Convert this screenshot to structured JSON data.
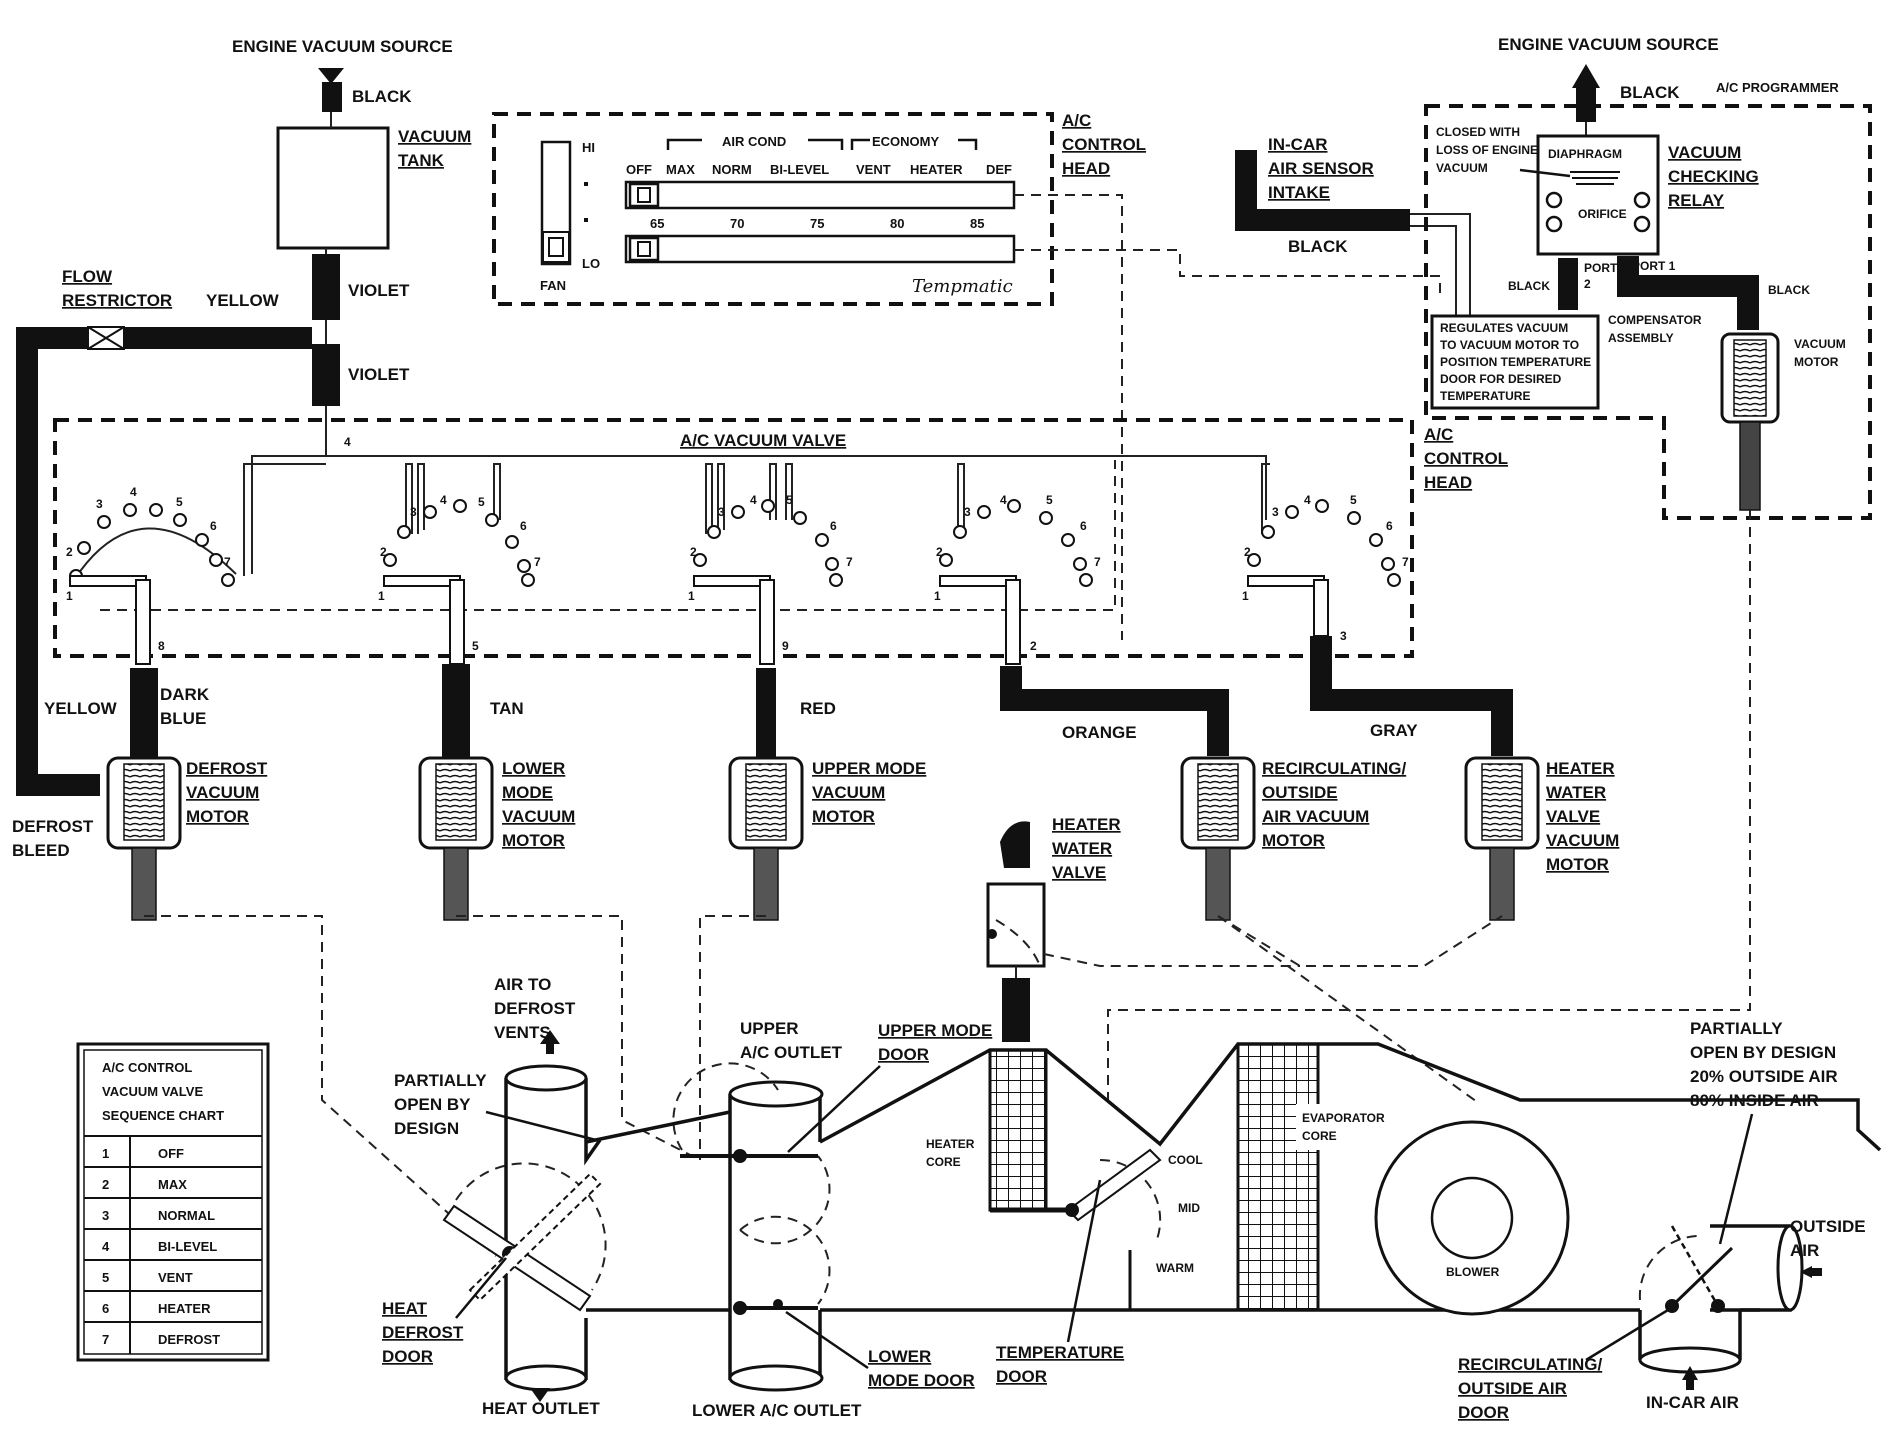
{
  "engine_source_left": "ENGINE VACUUM SOURCE",
  "engine_source_right": "ENGINE VACUUM SOURCE",
  "black": "BLACK",
  "vacuum_tank": [
    "VACUUM",
    "TANK"
  ],
  "violet": "VIOLET",
  "yellow": "YELLOW",
  "flow_restrictor": [
    "FLOW",
    "RESTRICTOR"
  ],
  "control_head_panel": {
    "air_cond": "AIR COND",
    "economy": "ECONOMY",
    "modes": [
      "OFF",
      "MAX",
      "NORM",
      "BI-LEVEL",
      "VENT",
      "HEATER",
      "DEF"
    ],
    "temps": [
      "65",
      "70",
      "75",
      "80",
      "85"
    ],
    "fan_hi": "HI",
    "fan_lo": "LO",
    "fan": "FAN",
    "brand": "Tempmatic"
  },
  "ac_control_head": [
    "A/C",
    "CONTROL",
    "HEAD"
  ],
  "in_car_sensor": [
    "IN-CAR",
    "AIR SENSOR",
    "INTAKE"
  ],
  "ac_programmer": "A/C PROGRAMMER",
  "closed_note": [
    "CLOSED WITH",
    "LOSS OF ENGINE",
    "VACUUM"
  ],
  "diaphragm": "DIAPHRAGM",
  "orifice": "ORIFICE",
  "vacuum_checking_relay": [
    "VACUUM",
    "CHECKING",
    "RELAY"
  ],
  "port1": "PORT 1",
  "port2": [
    "PORT",
    "2"
  ],
  "regulates_note": [
    "REGULATES VACUUM",
    "TO VACUUM MOTOR TO",
    "POSITION TEMPERATURE",
    "DOOR FOR DESIRED",
    "TEMPERATURE"
  ],
  "compensator": [
    "COMPENSATOR",
    "ASSEMBLY"
  ],
  "vacuum_motor": [
    "VACUUM",
    "MOTOR"
  ],
  "ac_vacuum_valve": "A/C VACUUM VALVE",
  "dark_blue": [
    "DARK",
    "BLUE"
  ],
  "tan": "TAN",
  "red": "RED",
  "orange": "ORANGE",
  "gray": "GRAY",
  "defrost_bleed": [
    "DEFROST",
    "BLEED"
  ],
  "defrost_motor": [
    "DEFROST",
    "VACUUM",
    "MOTOR"
  ],
  "lower_mode_motor": [
    "LOWER",
    "MODE",
    "VACUUM",
    "MOTOR"
  ],
  "upper_mode_motor": [
    "UPPER MODE",
    "VACUUM",
    "MOTOR"
  ],
  "recirc_motor": [
    "RECIRCULATING/",
    "OUTSIDE",
    "AIR VACUUM",
    "MOTOR"
  ],
  "heater_water_valve_motor": [
    "HEATER",
    "WATER",
    "VALVE",
    "VACUUM",
    "MOTOR"
  ],
  "heater_water_valve": [
    "HEATER",
    "WATER",
    "VALVE"
  ],
  "air_to_defrost": [
    "AIR TO",
    "DEFROST",
    "VENTS"
  ],
  "partially_open": [
    "PARTIALLY",
    "OPEN BY",
    "DESIGN"
  ],
  "upper_ac_outlet": [
    "UPPER",
    "A/C OUTLET"
  ],
  "upper_mode_door": [
    "UPPER MODE",
    "DOOR"
  ],
  "heater_core": [
    "HEATER",
    "CORE"
  ],
  "evaporator_core": [
    "EVAPORATOR",
    "CORE"
  ],
  "cool": "COOL",
  "mid": "MID",
  "warm": "WARM",
  "blower": "BLOWER",
  "partially_open_right": [
    "PARTIALLY",
    "OPEN BY DESIGN",
    "20% OUTSIDE AIR",
    "80% INSIDE AIR"
  ],
  "outside_air": [
    "OUTSIDE",
    "AIR"
  ],
  "heat_defrost_door": [
    "HEAT",
    "DEFROST",
    "DOOR"
  ],
  "heat_outlet": "HEAT OUTLET",
  "lower_ac_outlet": "LOWER A/C OUTLET",
  "lower_mode_door": [
    "LOWER",
    "MODE DOOR"
  ],
  "temperature_door": [
    "TEMPERATURE",
    "DOOR"
  ],
  "recirc_door": [
    "RECIRCULATING/",
    "OUTSIDE AIR",
    "DOOR"
  ],
  "in_car_air": "IN-CAR AIR",
  "sequence_chart": {
    "title": [
      "A/C CONTROL",
      "VACUUM VALVE",
      "SEQUENCE CHART"
    ],
    "rows": [
      {
        "n": "1",
        "label": "OFF"
      },
      {
        "n": "2",
        "label": "MAX"
      },
      {
        "n": "3",
        "label": "NORMAL"
      },
      {
        "n": "4",
        "label": "BI-LEVEL"
      },
      {
        "n": "5",
        "label": "VENT"
      },
      {
        "n": "6",
        "label": "HEATER"
      },
      {
        "n": "7",
        "label": "DEFROST"
      }
    ]
  },
  "valve_port_numbers": [
    "8",
    "5",
    "9",
    "2",
    "3",
    "4"
  ],
  "dial_numbers": [
    "1",
    "2",
    "3",
    "4",
    "5",
    "6",
    "7"
  ]
}
